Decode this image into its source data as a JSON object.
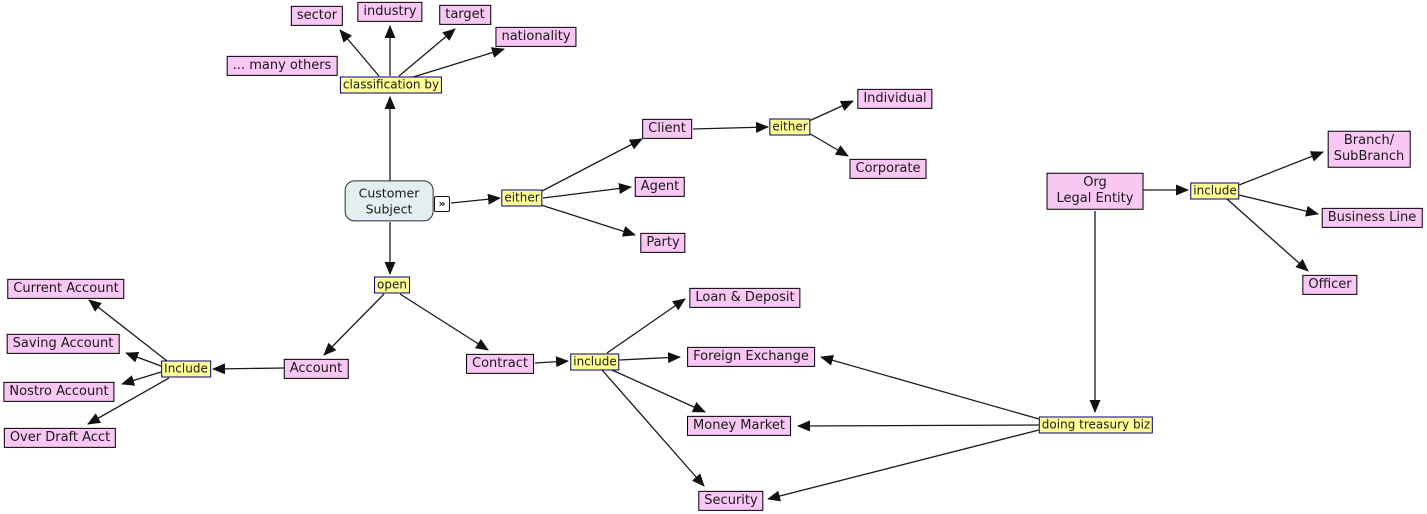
{
  "palette": {
    "concept_fill": "#f9c7f3",
    "concept_border": "#000000",
    "link_fill": "#ffff96",
    "link_border": "#00007d",
    "root_fill": "#e4edef",
    "root_border": "#2f2f2f",
    "line_color": "#1a1a1a",
    "bg": "#ffffff"
  },
  "nodes": {
    "customer_subject": {
      "line1": "Customer",
      "line2": "Subject"
    },
    "expand_icon": {
      "glyph": "»"
    },
    "classification_by": {
      "label": "classification by"
    },
    "sector": {
      "label": "sector"
    },
    "industry": {
      "label": "industry"
    },
    "target": {
      "label": "target"
    },
    "nationality": {
      "label": "nationality"
    },
    "many_others": {
      "label": "... many others"
    },
    "either_1": {
      "label": "either"
    },
    "client": {
      "label": "Client"
    },
    "agent": {
      "label": "Agent"
    },
    "party": {
      "label": "Party"
    },
    "either_2": {
      "label": "either"
    },
    "individual": {
      "label": "Individual"
    },
    "corporate": {
      "label": "Corporate"
    },
    "org_legal_entity": {
      "line1": "Org",
      "line2": "Legal Entity"
    },
    "include_org": {
      "label": "include"
    },
    "branch_subbranch": {
      "line1": "Branch/",
      "line2": "SubBranch"
    },
    "business_line": {
      "label": "Business Line"
    },
    "officer": {
      "label": "Officer"
    },
    "open_link": {
      "label": "open"
    },
    "account": {
      "label": "Account"
    },
    "contract": {
      "label": "Contract"
    },
    "include_account": {
      "label": "Include"
    },
    "current_account": {
      "label": "Current Account"
    },
    "saving_account": {
      "label": "Saving Account"
    },
    "nostro_account": {
      "label": "Nostro Account"
    },
    "over_draft_acct": {
      "label": "Over Draft Acct"
    },
    "include_contract": {
      "label": "include"
    },
    "loan_deposit": {
      "label": "Loan & Deposit"
    },
    "foreign_exchange": {
      "label": "Foreign Exchange"
    },
    "money_market": {
      "label": "Money Market"
    },
    "security": {
      "label": "Security"
    },
    "doing_treasury_biz": {
      "label": "doing treasury biz"
    }
  },
  "relations": [
    {
      "from": "Customer Subject",
      "link": "classification by",
      "to": [
        "sector",
        "industry",
        "target",
        "nationality",
        "... many others"
      ]
    },
    {
      "from": "Customer Subject",
      "link": "either",
      "to": [
        "Client",
        "Agent",
        "Party"
      ]
    },
    {
      "from": "Client",
      "link": "either",
      "to": [
        "Individual",
        "Corporate"
      ]
    },
    {
      "from": "Customer Subject",
      "link": "open",
      "to": [
        "Account",
        "Contract"
      ]
    },
    {
      "from": "Account",
      "link": "Include",
      "to": [
        "Current Account",
        "Saving Account",
        "Nostro Account",
        "Over Draft Acct"
      ]
    },
    {
      "from": "Contract",
      "link": "include",
      "to": [
        "Loan & Deposit",
        "Foreign Exchange",
        "Money Market",
        "Security"
      ]
    },
    {
      "from": "Org Legal Entity",
      "link": "include",
      "to": [
        "Branch/SubBranch",
        "Business Line",
        "Officer"
      ]
    },
    {
      "from": "Org Legal Entity",
      "link": "doing treasury biz",
      "to": [
        "Foreign Exchange",
        "Money Market",
        "Security"
      ]
    }
  ]
}
